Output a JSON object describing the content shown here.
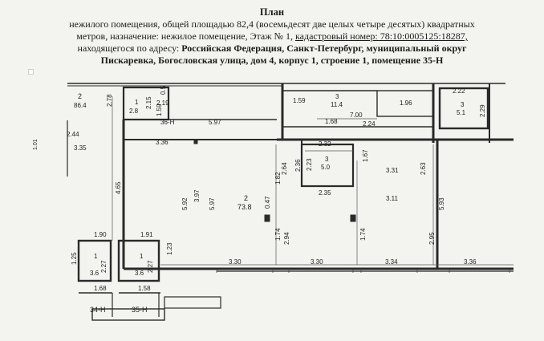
{
  "header": {
    "title": "План",
    "line1": "нежилого помещения, общей площадью 82,4 (восемьдесят две целых четыре десятых) квадратных",
    "line2_prefix": "метров, назначение: нежилое помещение, Этаж № 1, ",
    "cadastral": "кадастровый номер: 78:10:0005125:18287,",
    "line3_prefix": "находящегося по адресу: ",
    "address1": "Российская Федерация, Санкт-Петербург, муниципальный округ",
    "address2": "Пискаревка, Богословская улица, дом 4, корпус 1, строение 1, помещение 35-Н"
  },
  "plan": {
    "room_2_left": {
      "num": "2",
      "area": "86.4"
    },
    "room_1_closet": {
      "num": "1",
      "area": "2.8"
    },
    "room_36n": "36-Н",
    "room_3_top": {
      "num": "3",
      "area": "11.4"
    },
    "room_3_right": {
      "num": "3",
      "area": "5.1"
    },
    "room_3_mid": {
      "num": "3",
      "area": "5.0"
    },
    "room_2_main": {
      "num": "2",
      "area": "73.8"
    },
    "room_1_bl": {
      "num": "1",
      "area": "3.6"
    },
    "room_1_br": {
      "num": "1",
      "area": "3.6"
    },
    "room_34n": "34-Н",
    "room_35n": "35-Н",
    "dims": {
      "d278": "2.78",
      "d215": "2.15",
      "d159": "1.59",
      "d219": "2.19",
      "d05": "0.5",
      "d597": "5.97",
      "d159b": "1.59",
      "d196": "1.96",
      "d700": "7.00",
      "d168": "1.68",
      "d224": "2.24",
      "d222": "2.22",
      "d229": "2.29",
      "d244": "2.44",
      "d335": "3.35",
      "d101": "1.01",
      "d336": "3.36",
      "d232": "2.32",
      "d264": "2.64",
      "d236": "2.36",
      "d223": "2.23",
      "d167": "1.67",
      "d331": "3.31",
      "d263": "2.63",
      "d465": "4.65",
      "d182": "1.82",
      "d235": "2.35",
      "d592": "5.92",
      "d397": "3.97",
      "d597b": "5.97",
      "d047": "0.47",
      "d311": "3.11",
      "d593": "5.93",
      "d174": "1.74",
      "d294": "2.94",
      "d174b": "1.74",
      "d295": "2.95",
      "d190": "1.90",
      "d191": "1.91",
      "d125": "1.25",
      "d227": "2.27",
      "d227b": "2.27",
      "d123": "1.23",
      "d330": "3.30",
      "d330b": "3.30",
      "d334": "3.34",
      "d336b": "3.36",
      "d168b": "1.68",
      "d158": "1.58"
    }
  }
}
